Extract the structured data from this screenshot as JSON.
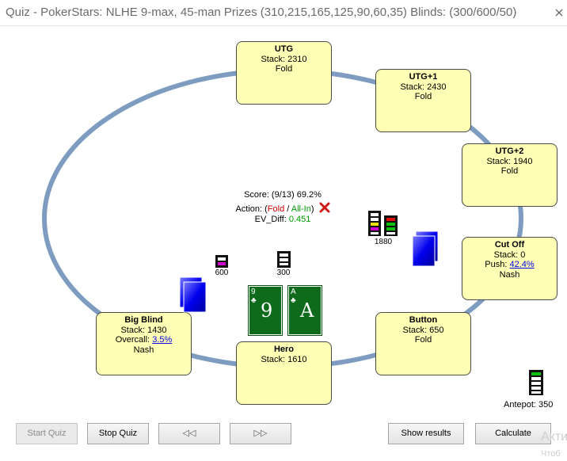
{
  "window": {
    "title": "Quiz - PokerStars: NLHE 9-max, 45-man Prizes (310,215,165,125,90,60,35) Blinds: (300/600/50)"
  },
  "seats": {
    "utg": {
      "name": "UTG",
      "stack": "Stack: 2310",
      "action": "Fold"
    },
    "utg1": {
      "name": "UTG+1",
      "stack": "Stack: 2430",
      "action": "Fold"
    },
    "utg2": {
      "name": "UTG+2",
      "stack": "Stack: 1940",
      "action": "Fold"
    },
    "cutoff": {
      "name": "Cut Off",
      "stack": "Stack: 0",
      "push_prefix": "Push: ",
      "push_pct": "42.4%",
      "strategy": "Nash"
    },
    "button": {
      "name": "Button",
      "stack": "Stack: 650",
      "action": "Fold"
    },
    "hero": {
      "name": "Hero",
      "stack": "Stack: 1610"
    },
    "bigblind": {
      "name": "Big Blind",
      "stack": "Stack: 1430",
      "overcall_prefix": "Overcall: ",
      "overcall_pct": "3.5%",
      "strategy": "Nash"
    }
  },
  "quiz_info": {
    "score": "Score: (9/13) 69.2%",
    "action_prefix": "Action: (",
    "action_fold": "Fold",
    "action_sep": " / ",
    "action_allin": "All-In",
    "action_suffix": ")",
    "ev_label": "EV_Diff: ",
    "ev_value": "0.451"
  },
  "chips": {
    "cutoff_amount": "1880",
    "bigblind_amount": "600",
    "smallblind_amount": "300",
    "antepot_label": "Antepot: 350"
  },
  "hero_cards": [
    {
      "rank": "9",
      "suit": "♣"
    },
    {
      "rank": "A",
      "suit": "♣"
    }
  ],
  "buttons": {
    "start_quiz": "Start Quiz",
    "stop_quiz": "Stop Quiz",
    "prev": "◁◁",
    "next": "▷▷",
    "show_results": "Show results",
    "calculate": "Calculate"
  },
  "watermark": {
    "line1": "Акти",
    "line2": "Чтоб"
  },
  "colors": {
    "table_rail": "#7d9cc0",
    "seat_fill": "#ffffb5",
    "card_green": "#0f6b1c",
    "dealer_blue": "#1a1aff"
  },
  "icons": {
    "close": "close-icon",
    "wrong": "x-mark-icon",
    "chip_stack": "chip-stack-icon",
    "cards_back": "card-back-icon"
  }
}
